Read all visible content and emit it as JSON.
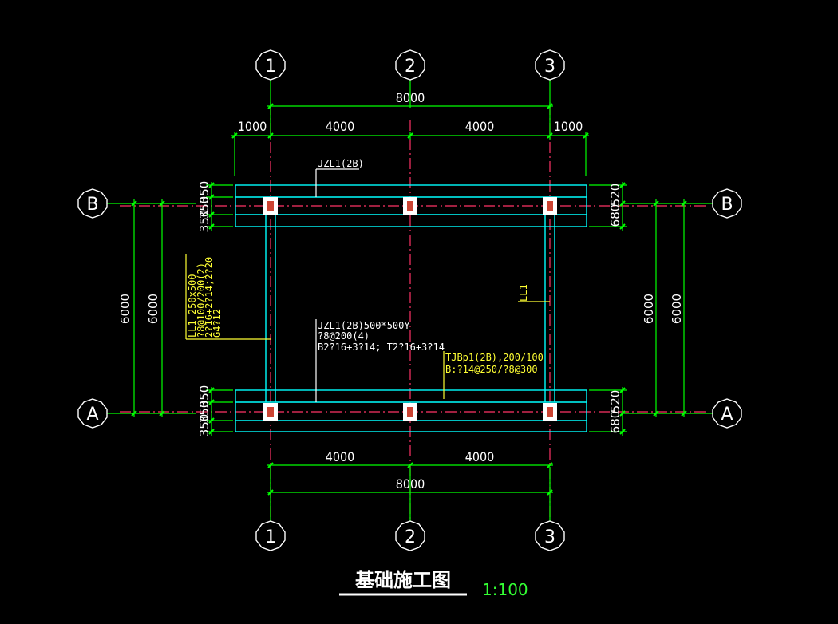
{
  "axes": {
    "columns": [
      "1",
      "2",
      "3"
    ],
    "rows": [
      "B",
      "A"
    ]
  },
  "dimensions": {
    "top_total": "8000",
    "top_left_overhang": "1000",
    "top_span_1": "4000",
    "top_span_2": "4000",
    "top_right_overhang": "1000",
    "bottom_span_1": "4000",
    "bottom_span_2": "4000",
    "bottom_total": "8000",
    "left_outer": "6000",
    "left_inner": "6000",
    "right_inner": "6000",
    "right_outer": "6000",
    "left_b_350a": "350",
    "left_b_350b": "350",
    "left_b_350c": "350",
    "left_a_350a": "350",
    "left_a_350b": "350",
    "left_a_350c": "350",
    "right_b_680": "680",
    "right_b_520": "520",
    "right_a_520": "520",
    "right_a_680": "680"
  },
  "annotations": {
    "jzl_top": "JZL1(2B)",
    "jzl_mid_1": "JZL1(2B)500*500Y",
    "jzl_mid_2": "?8@200(4)",
    "jzl_mid_3": "B2?16+3?14; T2?16+3?14",
    "ll1_side": "LL1",
    "ll1_1": "LL1 250x500",
    "ll1_2": "?8@100/200(2)",
    "ll1_3": "2?16+2?14;2?20",
    "ll1_4": "G4?12",
    "tjbp_1": "TJBp1(2B),200/100",
    "tjbp_2": "B:?14@250/?8@300"
  },
  "title": "基础施工图",
  "scale": "1:100",
  "colors": {
    "background": "#000000",
    "dimension": "#00ff00",
    "beam": "#00ffff",
    "axis_line": "#ff3366",
    "note": "#ffff33",
    "text": "#ffffff"
  }
}
